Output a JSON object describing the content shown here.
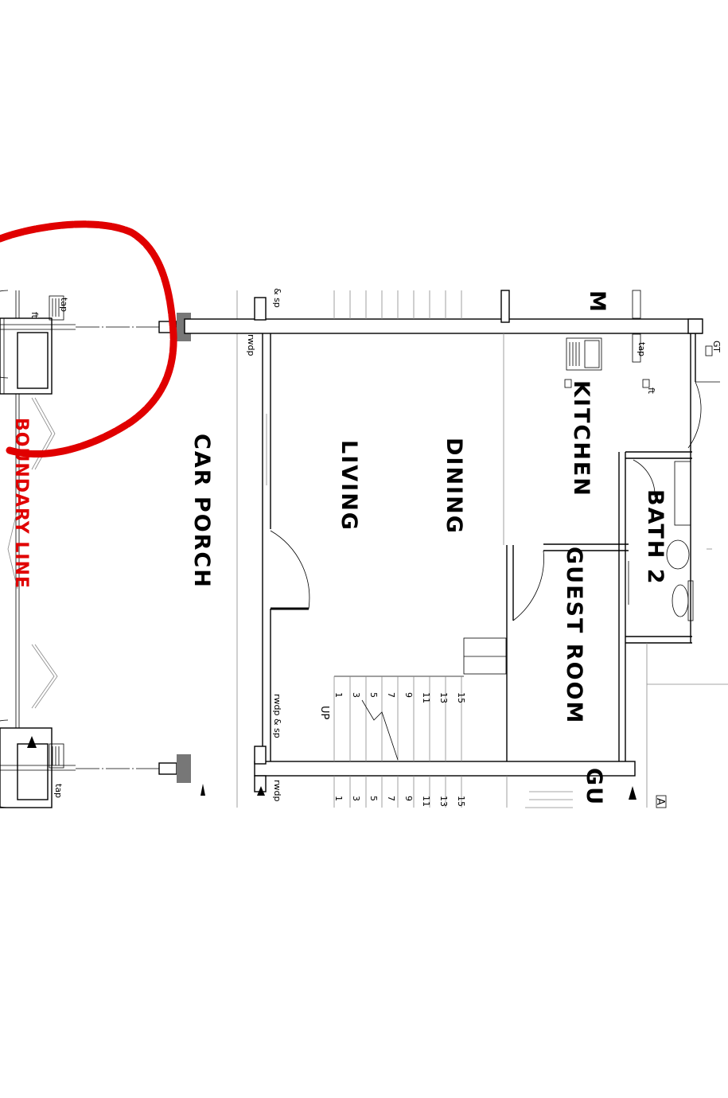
{
  "rooms": {
    "car_porch": "CAR PORCH",
    "living": "LIVING",
    "dining": "DINING",
    "kitchen": "KITCHEN",
    "bath2": "BATH 2",
    "guest_room": "GUEST ROOM",
    "partial_m": "M",
    "partial_gu": "GU"
  },
  "boundary_line": "BOUNDARY LINE",
  "annotations": {
    "tap_top": "tap",
    "ft_top": "ft",
    "tap_bottom": "tap",
    "rwdp_top": "rwdp",
    "sp_top": "& sp",
    "tap_kitchen": "tap",
    "ft_kitchen": "ft",
    "gt": "GT",
    "rwdp_sp_mid": "rwdp & sp",
    "rwdp_bottom": "rwdp",
    "up": "UP",
    "partial_a": "A"
  },
  "stair_numbers_main": [
    "1",
    "3",
    "5",
    "7",
    "9",
    "11",
    "13",
    "15"
  ],
  "stair_numbers_lower": [
    "1",
    "3",
    "5",
    "7",
    "9",
    "11",
    "13",
    "15"
  ],
  "colors": {
    "highlight": "#e00000",
    "ink": "#000000"
  }
}
